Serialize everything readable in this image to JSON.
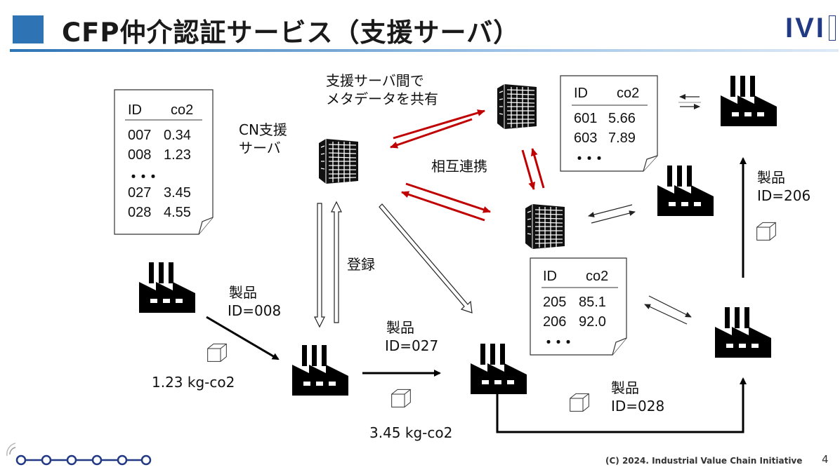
{
  "header": {
    "title": "CFP仲介認証サービス（支援サーバ）",
    "logo": "IVI",
    "accent_color": "#2e74b5"
  },
  "docs": [
    {
      "headers": [
        "ID",
        "co2"
      ],
      "rows": [
        [
          "007",
          "0.34"
        ],
        [
          "008",
          "1.23"
        ],
        [
          "・・・",
          ""
        ],
        [
          "027",
          "3.45"
        ],
        [
          "028",
          "4.55"
        ]
      ]
    },
    {
      "headers": [
        "ID",
        "co2"
      ],
      "rows": [
        [
          "601",
          "5.66"
        ],
        [
          "603",
          "7.89"
        ],
        [
          "・・・",
          ""
        ]
      ]
    },
    {
      "headers": [
        "ID",
        "co2"
      ],
      "rows": [
        [
          "205",
          "85.1"
        ],
        [
          "206",
          "92.0"
        ],
        [
          "・・・",
          ""
        ]
      ]
    }
  ],
  "labels": {
    "share_line1": "支援サーバ間で",
    "share_line2": "メタデータを共有",
    "cn_line1": "CN支援",
    "cn_line2": "サーバ",
    "mutual": "相互連携",
    "register": "登録",
    "product_008_line1": "製品",
    "product_008_line2": "ID=008",
    "product_027_line1": "製品",
    "product_027_line2": "ID=027",
    "product_028_line1": "製品",
    "product_028_line2": "ID=028",
    "product_206_line1": "製品",
    "product_206_line2": "ID=206",
    "kg_123": "1.23 kg-co2",
    "kg_345": "3.45 kg-co2"
  },
  "footer": {
    "copyright": "(C) 2024. Industrial Value Chain Initiative",
    "page": "4"
  },
  "colors": {
    "red_arrow": "#c00000",
    "chain": "#223a84"
  }
}
